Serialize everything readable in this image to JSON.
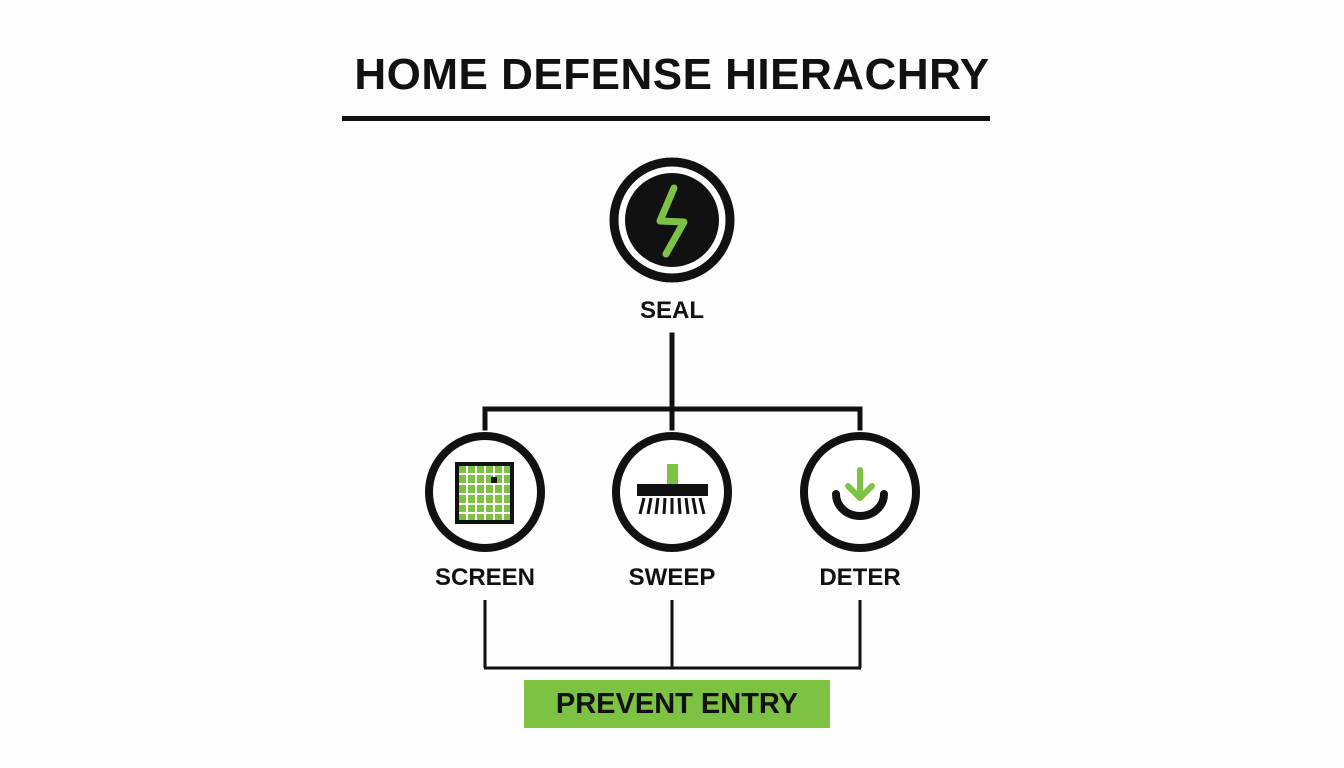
{
  "title": "HOME DEFENSE HIERACHRY",
  "colors": {
    "accent": "#7dc242",
    "ink": "#111111",
    "background": "#fdfdfd"
  },
  "root": {
    "label": "SEAL",
    "icon": "lightning-bolt-icon"
  },
  "children": [
    {
      "label": "SCREEN",
      "icon": "window-screen-icon"
    },
    {
      "label": "SWEEP",
      "icon": "door-sweep-brush-icon"
    },
    {
      "label": "DETER",
      "icon": "down-arrow-cup-icon"
    }
  ],
  "outcome": {
    "label": "PREVENT ENTRY"
  }
}
